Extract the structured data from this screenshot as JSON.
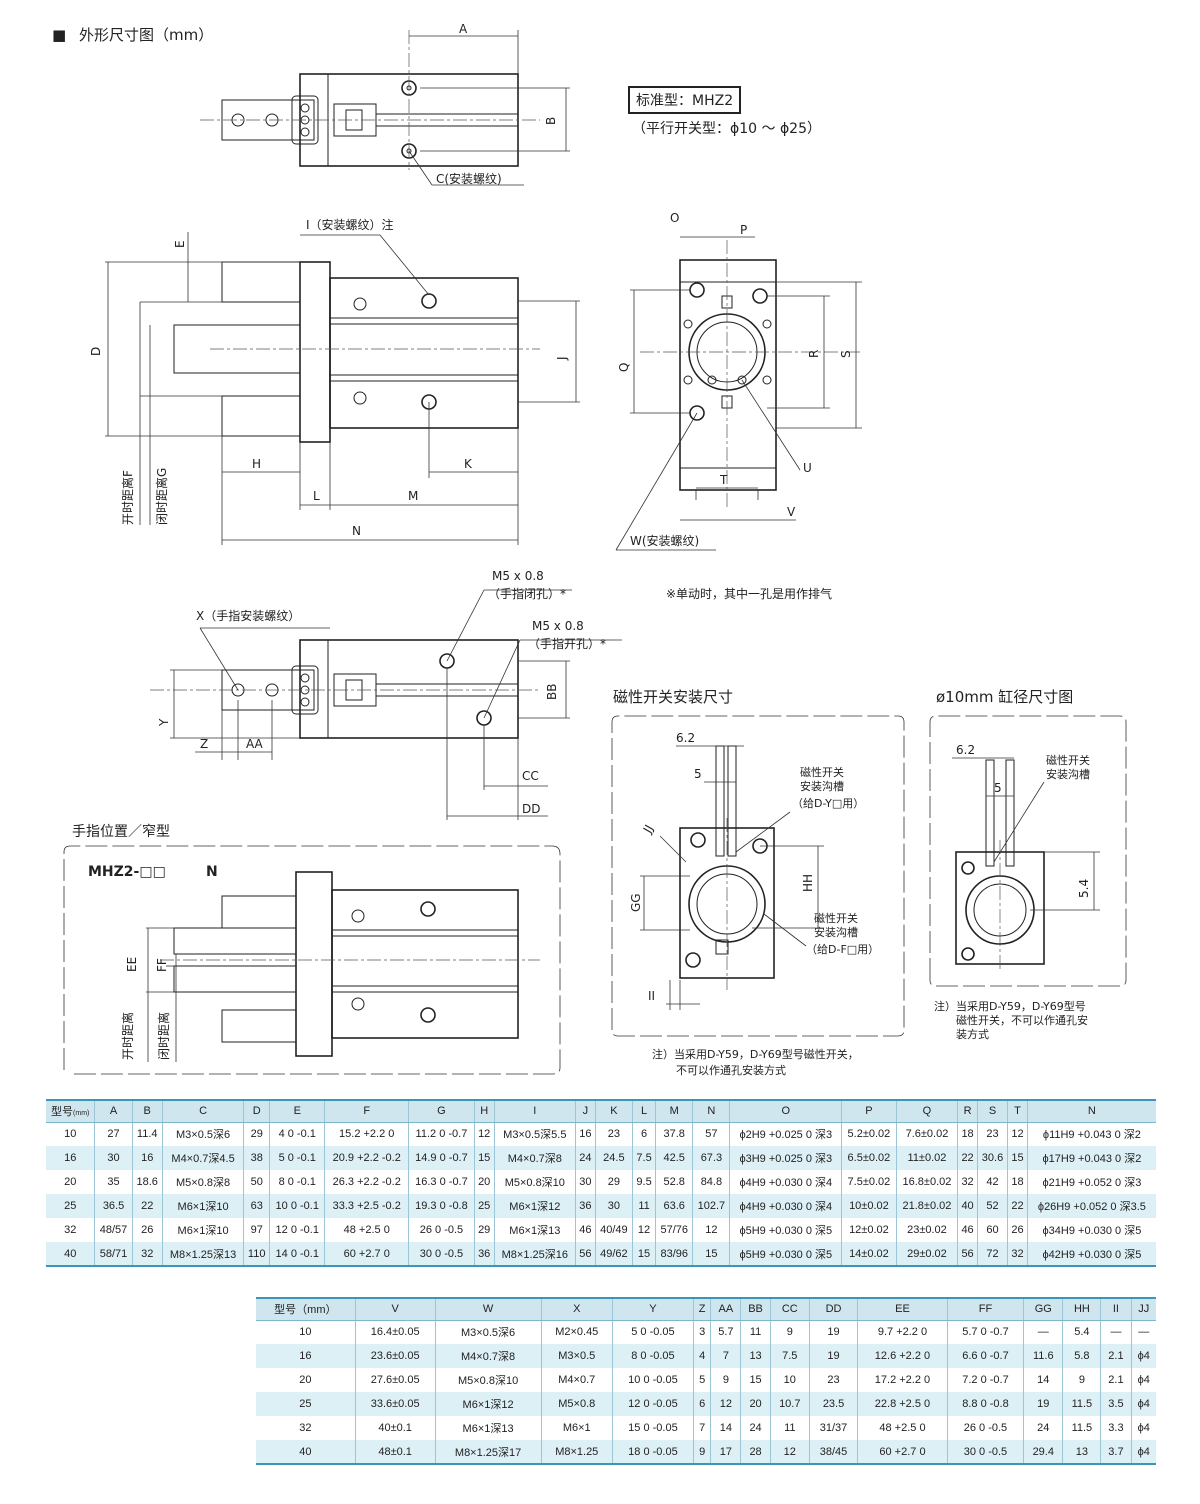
{
  "header": {
    "bullet": "■",
    "title": "外形尺寸图（mm）"
  },
  "model_box": {
    "label": "标准型：MHZ2",
    "sub": "（平行开关型：ϕ10 ～ ϕ25）"
  },
  "labels": {
    "A": "A",
    "B": "B",
    "C": "C(安装螺纹)",
    "I": "I（安装螺纹）注",
    "E": "E",
    "D": "D",
    "J": "J",
    "H": "H",
    "K": "K",
    "L": "L",
    "M": "M",
    "N": "N",
    "open_F": "开时距离F",
    "close_G": "闭时距离G",
    "O": "O",
    "P": "P",
    "Q": "Q",
    "R": "R",
    "S": "S",
    "T": "T",
    "U": "U",
    "V": "V",
    "W": "W(安装螺纹)",
    "X": "X（手指安装螺纹）",
    "M5a": "M5 x 0.8",
    "close_port": "（手指闭孔）*",
    "M5b": "M5 x 0.8",
    "open_port": "（手指开孔）*",
    "note_single": "※单动时，其中一孔是用作排气",
    "BB": "BB",
    "Y": "Y",
    "Z": "Z",
    "AA": "AA",
    "CC": "CC",
    "DD": "DD",
    "finger_title": "手指位置／窄型",
    "finger_model": "MHZ2-□□",
    "finger_N": "N",
    "EE": "EE",
    "FF": "FF",
    "open_dist": "开时距离",
    "close_dist": "闭时距离",
    "mag_title": "磁性开关安装尺寸",
    "mag_62": "6.2",
    "mag_5": "5",
    "mag_groove1": "磁性开关",
    "mag_groove1b": "安装沟槽",
    "mag_groove1c": "（给D-Y□用）",
    "mag_groove2": "磁性开关",
    "mag_groove2b": "安装沟槽",
    "mag_groove2c": "（给D-F□用）",
    "GG": "GG",
    "HH": "HH",
    "II": "II",
    "JJ": "JJ",
    "mag_note1": "注）当采用D-Y59，D-Y69型号磁性开关，",
    "mag_note2": "不可以作通孔安装方式",
    "bore_title": "ø10mm 缸径尺寸图",
    "bore_62": "6.2",
    "bore_5": "5",
    "bore_54": "5.4",
    "bore_groove": "磁性开关",
    "bore_groove2": "安装沟槽",
    "bore_note1": "注）当采用D-Y59，D-Y69型号",
    "bore_note2": "磁性开关，不可以作通孔安",
    "bore_note3": "装方式"
  },
  "table1": {
    "headers": [
      "型号",
      "(mm)",
      "A",
      "B",
      "C",
      "D",
      "E",
      "F",
      "G",
      "H",
      "I",
      "J",
      "K",
      "L",
      "M",
      "N",
      "O",
      "P",
      "Q",
      "R",
      "S",
      "T",
      "N"
    ],
    "rows": [
      [
        "10",
        "27",
        "11.4",
        "M3×0.5深6",
        "29",
        "4 0 -0.1",
        "15.2 +2.2 0",
        "11.2 0 -0.7",
        "12",
        "M3×0.5深5.5",
        "16",
        "23",
        "6",
        "37.8",
        "57",
        "ϕ2H9 +0.025 0 深3",
        "5.2±0.02",
        "7.6±0.02",
        "18",
        "23",
        "12",
        "ϕ11H9 +0.043 0 深2"
      ],
      [
        "16",
        "30",
        "16",
        "M4×0.7深4.5",
        "38",
        "5 0 -0.1",
        "20.9 +2.2 -0.2",
        "14.9 0 -0.7",
        "15",
        "M4×0.7深8",
        "24",
        "24.5",
        "7.5",
        "42.5",
        "67.3",
        "ϕ3H9 +0.025 0 深3",
        "6.5±0.02",
        "11±0.02",
        "22",
        "30.6",
        "15",
        "ϕ17H9 +0.043 0 深2"
      ],
      [
        "20",
        "35",
        "18.6",
        "M5×0.8深8",
        "50",
        "8 0 -0.1",
        "26.3 +2.2 -0.2",
        "16.3 0 -0.7",
        "20",
        "M5×0.8深10",
        "30",
        "29",
        "9.5",
        "52.8",
        "84.8",
        "ϕ4H9 +0.030 0 深4",
        "7.5±0.02",
        "16.8±0.02",
        "32",
        "42",
        "18",
        "ϕ21H9 +0.052 0 深3"
      ],
      [
        "25",
        "36.5",
        "22",
        "M6×1深10",
        "63",
        "10 0 -0.1",
        "33.3 +2.5 -0.2",
        "19.3 0 -0.8",
        "25",
        "M6×1深12",
        "36",
        "30",
        "11",
        "63.6",
        "102.7",
        "ϕ4H9 +0.030 0 深4",
        "10±0.02",
        "21.8±0.02",
        "40",
        "52",
        "22",
        "ϕ26H9 +0.052 0 深3.5"
      ],
      [
        "32",
        "48/57",
        "26",
        "M6×1深10",
        "97",
        "12 0 -0.1",
        "48 +2.5 0",
        "26 0 -0.5",
        "29",
        "M6×1深13",
        "46",
        "40/49",
        "12",
        "57/76",
        "12",
        "ϕ5H9 +0.030 0 深5",
        "12±0.02",
        "23±0.02",
        "46",
        "60",
        "26",
        "ϕ34H9 +0.030 0 深5"
      ],
      [
        "40",
        "58/71",
        "32",
        "M8×1.25深13",
        "110",
        "14 0 -0.1",
        "60 +2.7 0",
        "30 0 -0.5",
        "36",
        "M8×1.25深16",
        "56",
        "49/62",
        "15",
        "83/96",
        "15",
        "ϕ5H9 +0.030 0 深5",
        "14±0.02",
        "29±0.02",
        "56",
        "72",
        "32",
        "ϕ42H9 +0.030 0 深5"
      ]
    ]
  },
  "table2": {
    "headers": [
      "型号（mm）",
      "V",
      "W",
      "X",
      "Y",
      "Z",
      "AA",
      "BB",
      "CC",
      "DD",
      "EE",
      "FF",
      "GG",
      "HH",
      "II",
      "JJ"
    ],
    "rows": [
      [
        "10",
        "16.4±0.05",
        "M3×0.5深6",
        "M2×0.45",
        "5 0 -0.05",
        "3",
        "5.7",
        "11",
        "9",
        "19",
        "9.7 +2.2 0",
        "5.7 0 -0.7",
        "—",
        "5.4",
        "—",
        "—"
      ],
      [
        "16",
        "23.6±0.05",
        "M4×0.7深8",
        "M3×0.5",
        "8 0 -0.05",
        "4",
        "7",
        "13",
        "7.5",
        "19",
        "12.6 +2.2 0",
        "6.6 0 -0.7",
        "11.6",
        "5.8",
        "2.1",
        "ϕ4"
      ],
      [
        "20",
        "27.6±0.05",
        "M5×0.8深10",
        "M4×0.7",
        "10 0 -0.05",
        "5",
        "9",
        "15",
        "10",
        "23",
        "17.2 +2.2 0",
        "7.2 0 -0.7",
        "14",
        "9",
        "2.1",
        "ϕ4"
      ],
      [
        "25",
        "33.6±0.05",
        "M6×1深12",
        "M5×0.8",
        "12 0 -0.05",
        "6",
        "12",
        "20",
        "10.7",
        "23.5",
        "22.8 +2.5 0",
        "8.8 0 -0.8",
        "19",
        "11.5",
        "3.5",
        "ϕ4"
      ],
      [
        "32",
        "40±0.1",
        "M6×1深13",
        "M6×1",
        "15 0 -0.05",
        "7",
        "14",
        "24",
        "11",
        "31/37",
        "48 +2.5 0",
        "26 0 -0.5",
        "24",
        "11.5",
        "3.3",
        "ϕ4"
      ],
      [
        "40",
        "48±0.1",
        "M8×1.25深17",
        "M8×1.25",
        "18 0 -0.05",
        "9",
        "17",
        "28",
        "12",
        "38/45",
        "60 +2.7 0",
        "30 0 -0.5",
        "29.4",
        "13",
        "3.7",
        "ϕ4"
      ]
    ]
  }
}
